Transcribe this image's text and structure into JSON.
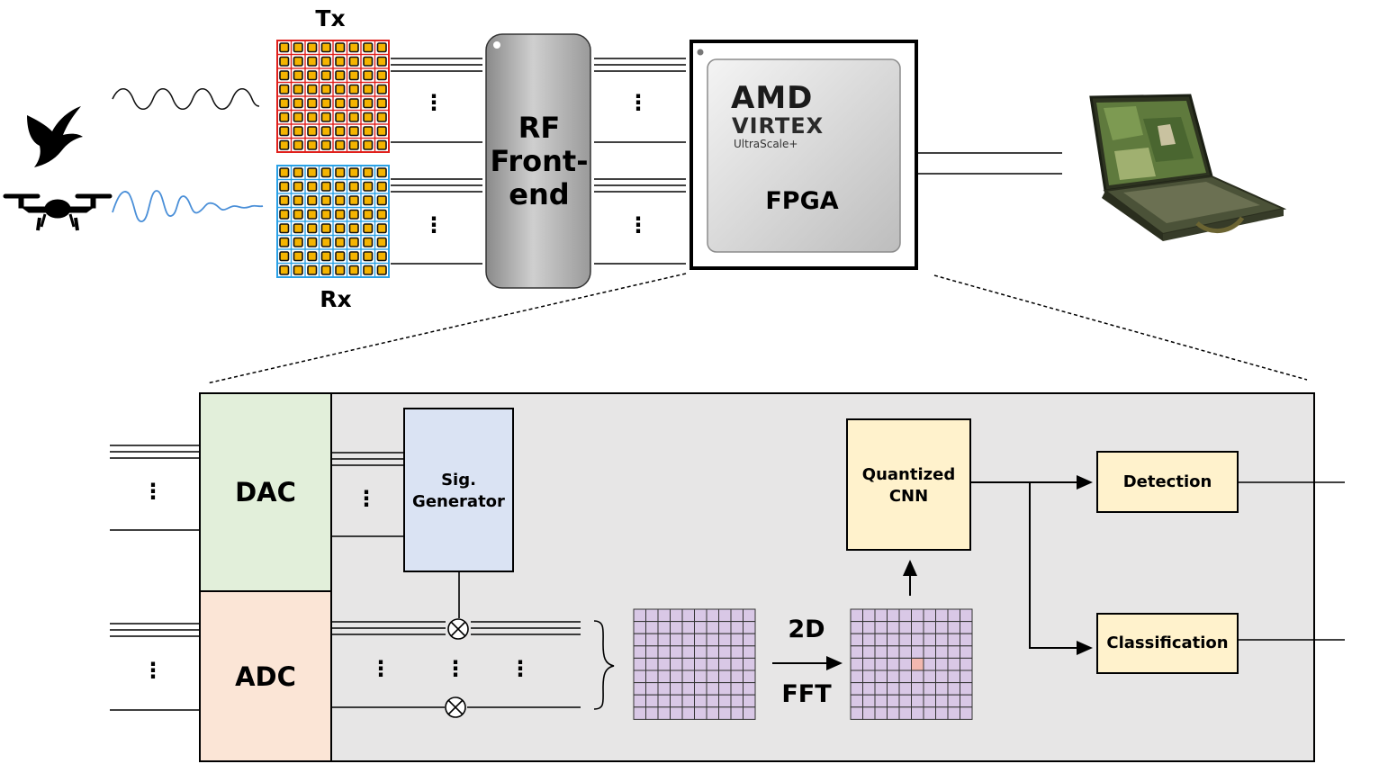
{
  "top": {
    "tx_label": "Tx",
    "rx_label": "Rx",
    "rf_frontend_lines": [
      "RF",
      "Front-",
      "end"
    ],
    "fpga_chip": {
      "brand": "AMD",
      "family": "VIRTEX",
      "series": "UltraScale+",
      "label": "FPGA"
    },
    "dots": "⋮",
    "icons": [
      "bird-icon",
      "drone-icon",
      "laptop-icon"
    ]
  },
  "bottom": {
    "dac_label": "DAC",
    "adc_label": "ADC",
    "sig_generator_lines": [
      "Sig.",
      "Generator"
    ],
    "cnn_lines": [
      "Quantized",
      "CNN"
    ],
    "fft_top": "2D",
    "fft_bottom": "FFT",
    "detection": "Detection",
    "classification": "Classification",
    "dots": "⋮"
  },
  "colors": {
    "tx_array": "#e0201c",
    "rx_array": "#2aa1e6",
    "patch": "#f5b400",
    "dac_fill": "#e2efda",
    "adc_fill": "#fbe5d6",
    "sig_gen_fill": "#dae3f3",
    "block_fill": "#fff2cc",
    "grid_fill": "#d9c8e6",
    "fpga_panel": "#e7e6e6",
    "wave_tx": "#111111",
    "wave_rx": "#4a8fd8"
  }
}
